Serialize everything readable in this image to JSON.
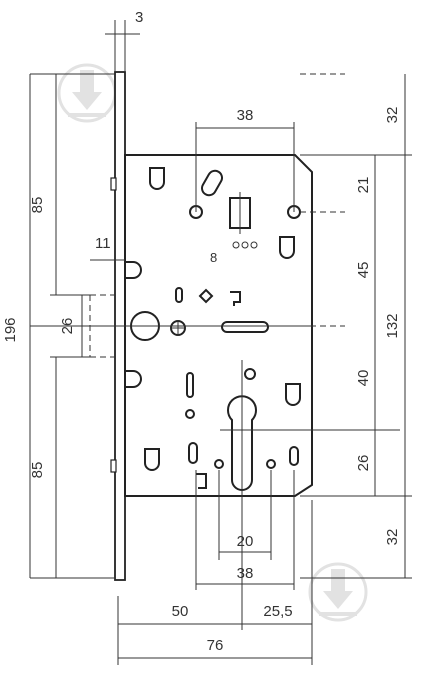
{
  "diagram": {
    "type": "mortise lock technical drawing",
    "dimensions": {
      "faceplate_thickness": "3",
      "top_to_handle": "85",
      "total_height": "196",
      "latch_projection": "11",
      "latch_height": "26",
      "handle_to_bottom": "85",
      "upper_hole_spacing": "38",
      "small_mark": "8",
      "top_offset": "32",
      "upper_section": "21",
      "handle_to_upper": "45",
      "body_height": "132",
      "handle_to_cylinder": "40",
      "cylinder_to_bottom": "26",
      "bottom_offset": "32",
      "cylinder_width": "20",
      "lower_hole_spacing": "38",
      "backset": "50",
      "cylinder_offset": "25,5",
      "total_width": "76"
    },
    "colors": {
      "line": "#333333",
      "watermark": "#e2e2e2"
    },
    "icons": [
      "download-watermark-icon",
      "download-watermark-icon"
    ]
  }
}
